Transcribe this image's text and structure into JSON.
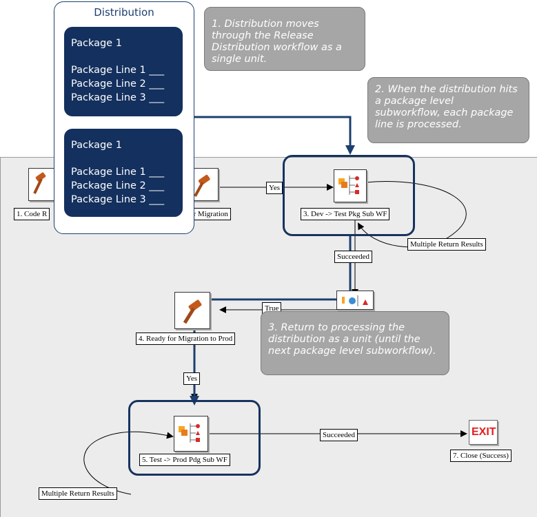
{
  "distribution": {
    "title": "Distribution",
    "packages": [
      {
        "name": "Package 1",
        "lines": [
          "Package Line 1 ___",
          "Package Line 2 ___",
          "Package Line 3 ___"
        ]
      },
      {
        "name": "Package 1",
        "lines": [
          "Package Line 1 ___",
          "Package Line 2 ___",
          "Package Line 3 ___"
        ]
      }
    ]
  },
  "callouts": {
    "c1": "1. Distribution moves through the Release Distribution workflow as a single unit.",
    "c2": "2. When the distribution hits a package level subworkflow, each package line is processed.",
    "c3": "3. Return to processing the distribution as a unit (until the next package level subworkflow)."
  },
  "nodes": {
    "n1": "1. Code R",
    "n2": "or Migration",
    "n3": "3. Dev -> Test Pkg Sub WF",
    "n4": "4. Ready for Migration to Prod",
    "n5": "5. Test -> Prod Pdg Sub WF",
    "n7": "7. Close (Success)",
    "exit_text": "EXIT"
  },
  "edge_labels": {
    "yes1": "Yes",
    "succeeded1": "Succeeded",
    "multiple1": "Multiple Return Results",
    "true1": "True",
    "yes2": "Yes",
    "succeeded2": "Succeeded",
    "multiple2": "Multiple Return Results"
  },
  "colors": {
    "navy": "#13305e",
    "callout": "#a6a6a6",
    "canvas": "#ececec",
    "exit_red": "#e51c1c",
    "hammer": "#c35a1b"
  }
}
